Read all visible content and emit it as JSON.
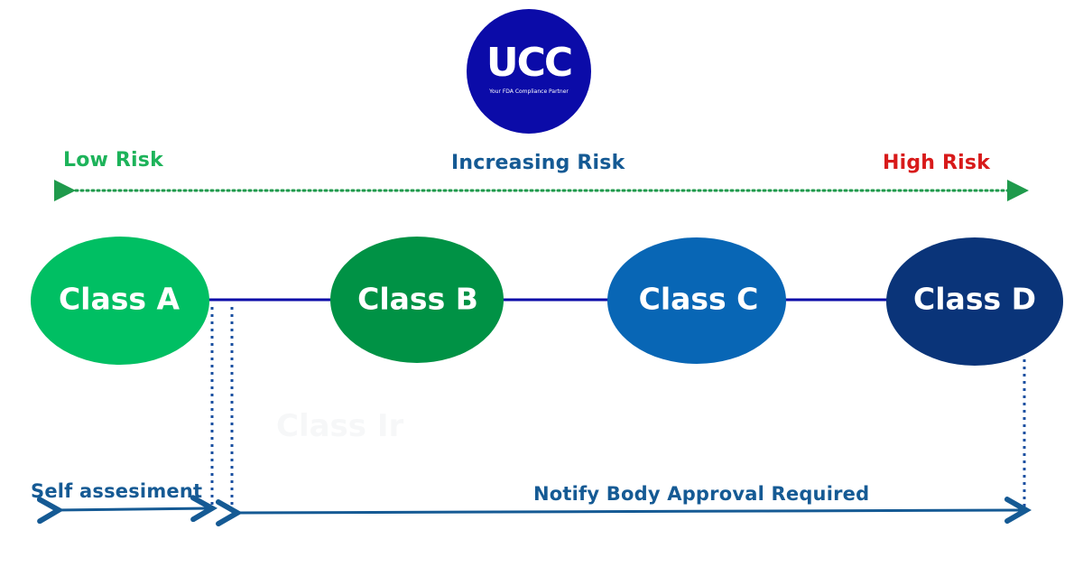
{
  "logo": {
    "letters": "UCC",
    "tagline": "Your FDA Compliance Partner",
    "color": "#0b0ba8"
  },
  "risk_scale": {
    "low_label": "Low Risk",
    "mid_label": "Increasing Risk",
    "high_label": "High Risk",
    "low_color": "#1db35a",
    "mid_color": "#155a94",
    "high_color": "#d81a1a",
    "arrow_color": "#1f9a4c"
  },
  "classes": [
    {
      "label": "Class A",
      "color": "#00bf63"
    },
    {
      "label": "Class B",
      "color": "#009245"
    },
    {
      "label": "Class C",
      "color": "#0866b5"
    },
    {
      "label": "Class D",
      "color": "#0a3479"
    }
  ],
  "ghost_text": "Class Ir",
  "ranges": {
    "self_label": "Self assesiment",
    "notify_label": "Notify Body Approval Required",
    "text_color": "#155a94",
    "line_color": "#155a94",
    "connector_color": "#0b0ba8"
  }
}
